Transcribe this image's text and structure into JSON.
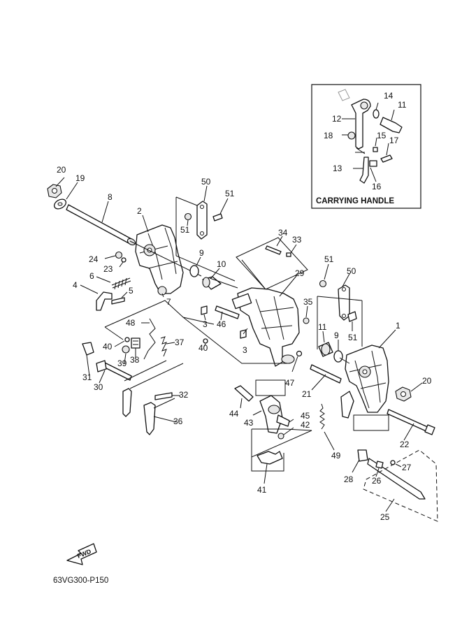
{
  "inset": {
    "title": "CARRYING HANDLE"
  },
  "fwd_label": "FWD",
  "diagram_code": "63VG300-P150",
  "part_labels": {
    "p1": "1",
    "p2": "2",
    "p3a": "3",
    "p3b": "3",
    "p4": "4",
    "p5": "5",
    "p6": "6",
    "p7": "7",
    "p8": "8",
    "p9a": "9",
    "p9b": "9",
    "p10": "10",
    "p11a": "11",
    "p11b": "11",
    "p12": "12",
    "p13": "13",
    "p14": "14",
    "p15": "15",
    "p16": "16",
    "p17": "17",
    "p18": "18",
    "p19": "19",
    "p20a": "20",
    "p20b": "20",
    "p21": "21",
    "p22": "22",
    "p23": "23",
    "p24": "24",
    "p25": "25",
    "p26": "26",
    "p27": "27",
    "p28": "28",
    "p29": "29",
    "p30": "30",
    "p31": "31",
    "p32": "32",
    "p33": "33",
    "p34": "34",
    "p35": "35",
    "p36": "36",
    "p37": "37",
    "p38": "38",
    "p39": "39",
    "p40a": "40",
    "p40b": "40",
    "p41": "41",
    "p42": "42",
    "p43": "43",
    "p44": "44",
    "p45": "45",
    "p46": "46",
    "p47": "47",
    "p48": "48",
    "p49": "49",
    "p50a": "50",
    "p50b": "50",
    "p51a": "51",
    "p51b": "51",
    "p51c": "51",
    "p51d": "51"
  }
}
